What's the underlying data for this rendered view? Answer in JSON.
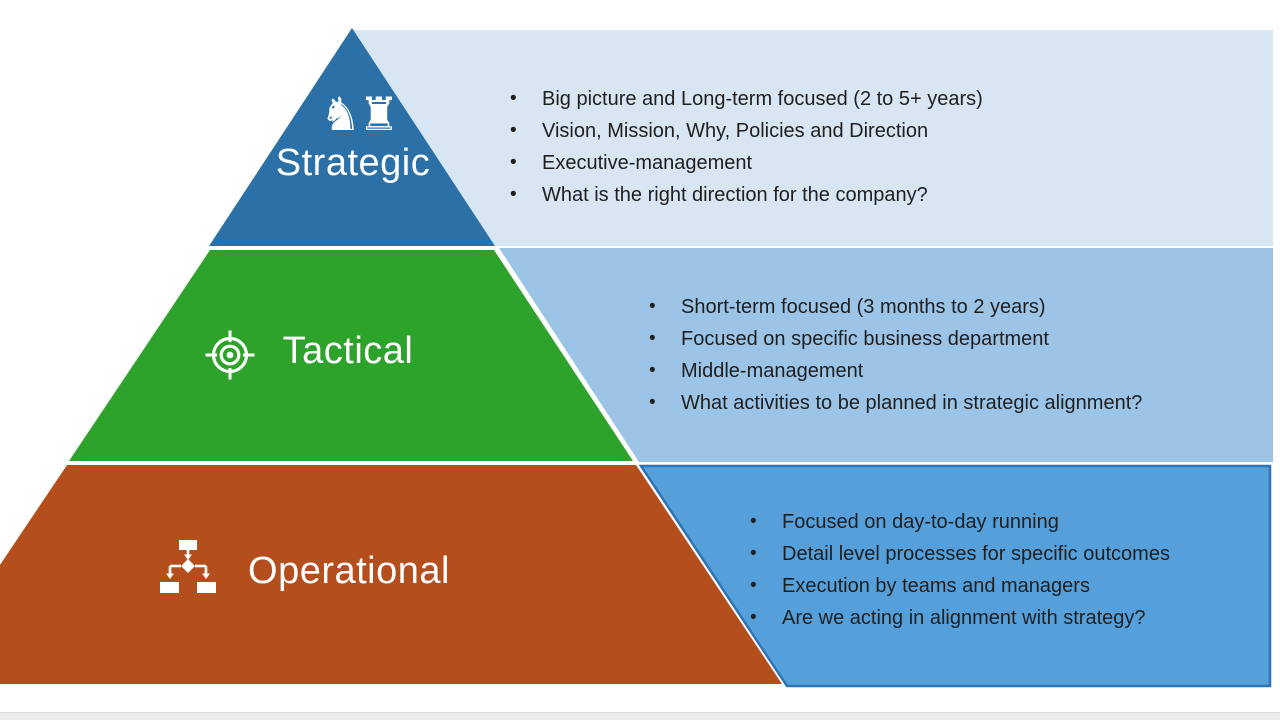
{
  "levels": [
    {
      "name": "Strategic",
      "shape_color": "#2B70A6",
      "panel_color": "#D8E6F3",
      "icon": "chess-pieces-icon",
      "icon_glyphs": "♞♜",
      "bullets": [
        "Big picture and Long-term focused (2 to 5+ years)",
        "Vision, Mission, Why, Policies and Direction",
        "Executive-management",
        "What is the right direction for the company?"
      ]
    },
    {
      "name": "Tactical",
      "shape_color": "#2EA32C",
      "panel_color": "#9CC4E7",
      "icon": "target-icon",
      "bullets": [
        "Short-term focused (3 months to 2 years)",
        "Focused on specific business department",
        "Middle-management",
        "What activities to be planned in strategic alignment?"
      ]
    },
    {
      "name": "Operational",
      "shape_color": "#B44E1D",
      "panel_color": "#55A0DA",
      "panel_border_color": "#2E74B4",
      "icon": "flowchart-icon",
      "bullets": [
        "Focused on day-to-day running",
        "Detail level processes for specific outcomes",
        "Execution by teams and managers",
        "Are we acting in alignment with strategy?"
      ]
    }
  ],
  "bullet_text_color": "#1F1F1F",
  "footer_bar_color": "#ECECEC"
}
